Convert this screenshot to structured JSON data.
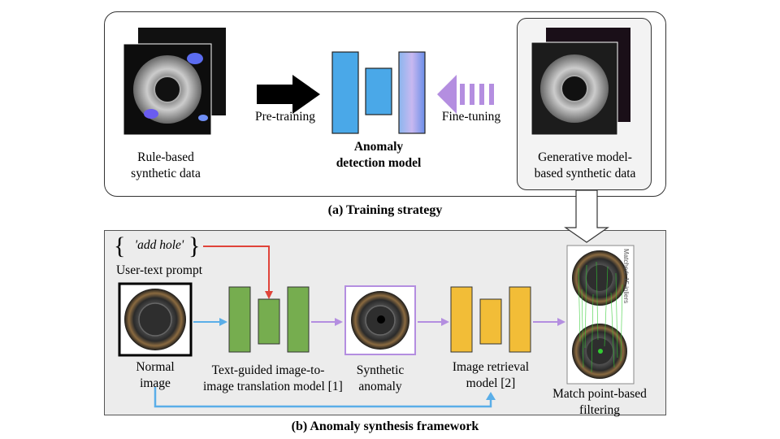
{
  "panel_a": {
    "caption": "(a) Training strategy",
    "rule_label": [
      "Rule-based",
      "synthetic data"
    ],
    "pretraining_label": "Pre-training",
    "model_label": [
      "Anomaly",
      "detection model"
    ],
    "finetuning_label": "Fine-tuning",
    "generative_label": [
      "Generative model-",
      "based synthetic data"
    ]
  },
  "panel_b": {
    "caption": "(b) Anomaly synthesis framework",
    "prompt_text": "'add hole'",
    "prompt_label": "User-text prompt",
    "normal_label": [
      "Normal",
      "image"
    ],
    "translation_label": [
      "Text-guided image-to-",
      "image translation model [1]"
    ],
    "synthetic_label": [
      "Synthetic",
      "anomaly"
    ],
    "retrieval_label": [
      "Image retrieval",
      "model [2]"
    ],
    "filter_label": [
      "Match point-based",
      "filtering"
    ],
    "matched_text": "Matched: 15 inliers"
  },
  "colors": {
    "blue_block": "#4aa8e8",
    "green_block": "#76ad4f",
    "yellow_block": "#f2bd37",
    "purple_arrow": "#b48ee0",
    "blue_arrow": "#5aaee8",
    "red_arrow": "#e0443a",
    "synthetic_border": "#b48ee0"
  }
}
